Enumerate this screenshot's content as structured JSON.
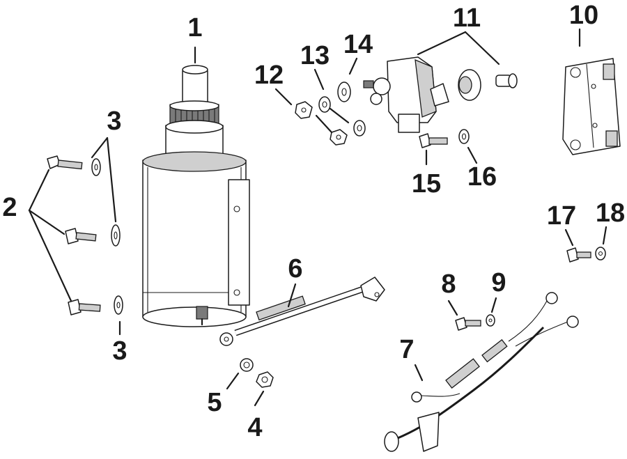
{
  "diagram": {
    "callouts": {
      "c1": "1",
      "c2": "2",
      "c3a": "3",
      "c3b": "3",
      "c4": "4",
      "c5": "5",
      "c6": "6",
      "c7": "7",
      "c8": "8",
      "c9": "9",
      "c10": "10",
      "c11": "11",
      "c12": "12",
      "c13": "13",
      "c14": "14",
      "c15": "15",
      "c16": "16",
      "c17": "17",
      "c18": "18"
    },
    "colors": {
      "ink": "#1a1a1a",
      "shade": "#cfcfcf",
      "background": "#ffffff"
    }
  }
}
